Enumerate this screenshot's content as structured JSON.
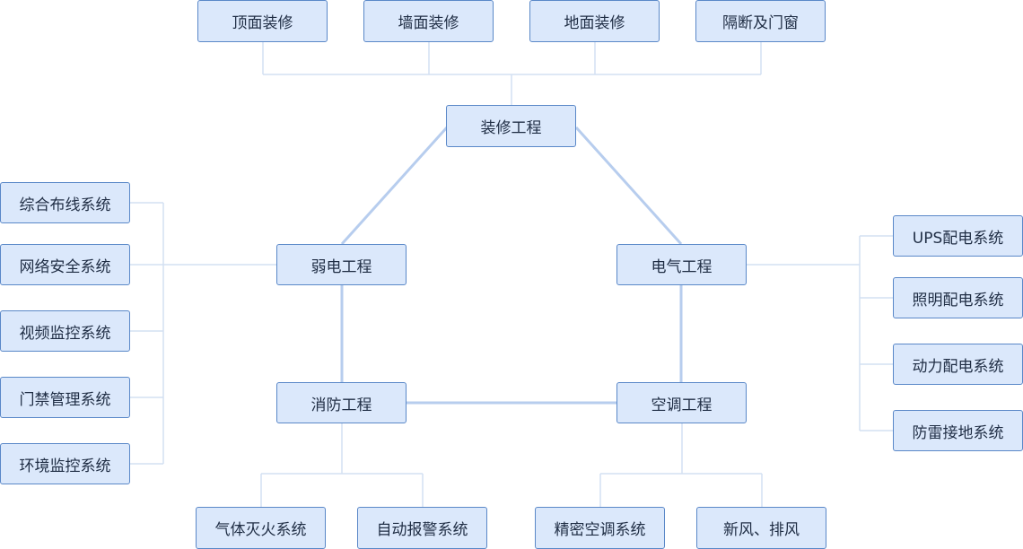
{
  "colors": {
    "node_fill": "#dbe8fb",
    "node_border": "#5a88c8",
    "main_line": "#b7cdee",
    "thin_line": "#d3e0f2",
    "text": "#1f2d44"
  },
  "top_items": [
    "顶面装修",
    "墙面装修",
    "地面装修",
    "隔断及门窗"
  ],
  "center_nodes": {
    "decoration": "装修工程",
    "weak_current": "弱电工程",
    "electrical": "电气工程",
    "fire": "消防工程",
    "hvac": "空调工程"
  },
  "left_items": [
    "综合布线系统",
    "网络安全系统",
    "视频监控系统",
    "门禁管理系统",
    "环境监控系统"
  ],
  "right_items": [
    "UPS配电系统",
    "照明配电系统",
    "动力配电系统",
    "防雷接地系统"
  ],
  "bottom_left_items": [
    "气体灭火系统",
    "自动报警系统"
  ],
  "bottom_right_items": [
    "精密空调系统",
    "新风、排风"
  ]
}
